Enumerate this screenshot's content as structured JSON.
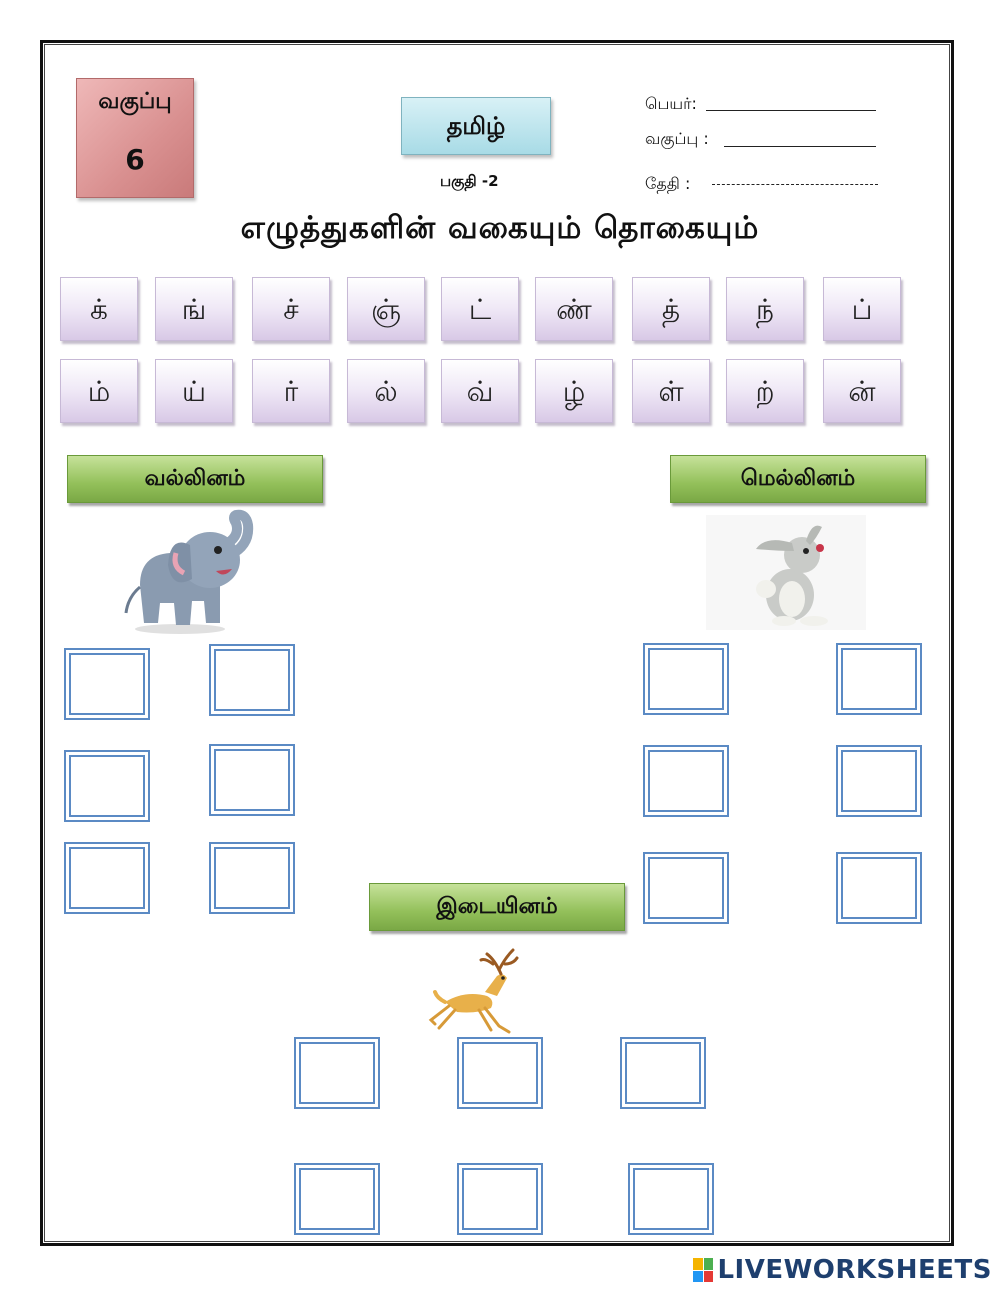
{
  "header": {
    "grade_label": "வகுப்பு",
    "grade_number": "6",
    "subject": "தமிழ்",
    "part": "பகுதி  -2",
    "name_label": "பெயர்:",
    "class_label": "வகுப்பு  :",
    "date_label": "தேதி  :"
  },
  "title": "எழுத்துகளின் வகையும் தொகையும்",
  "letters_row1": [
    "க்",
    "ங்",
    "ச்",
    "ஞ்",
    "ட்",
    "ண்",
    "த்",
    "ந்",
    "ப்"
  ],
  "letters_row2": [
    "ம்",
    "ய்",
    "ர்",
    "ல்",
    "வ்",
    "ழ்",
    "ள்",
    "ற்",
    "ன்"
  ],
  "categories": {
    "vallinam": "வல்லினம்",
    "mellinam": "மெல்லினம்",
    "idaiyinam": "இடையினம்"
  },
  "icons": {
    "elephant": "elephant-illustration",
    "rabbit": "rabbit-illustration",
    "deer": "deer-illustration"
  },
  "colors": {
    "tile_purple": "#d8c9e6",
    "banner_green": "#93c05a",
    "box_blue": "#5b8ac4",
    "grade_pink": "#d99090",
    "subject_blue": "#a8dbe6"
  },
  "watermark": "LIVEWORKSHEETS"
}
